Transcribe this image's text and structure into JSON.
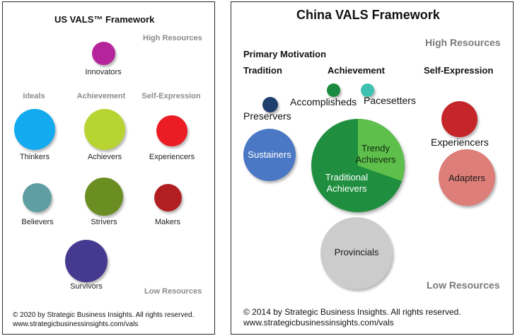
{
  "us": {
    "title": "US VALS™ Framework",
    "high_resources": "High Resources",
    "low_resources": "Low Resources",
    "columns": [
      "Ideals",
      "Achievement",
      "Self-Expression"
    ],
    "segments": {
      "innovators": "Innovators",
      "thinkers": "Thinkers",
      "achievers": "Achievers",
      "experiencers": "Experiencers",
      "believers": "Believers",
      "strivers": "Strivers",
      "makers": "Makers",
      "survivors": "Survivors"
    },
    "copyright": "© 2020 by Strategic Business Insights. All rights reserved.",
    "url": "www.strategicbusinessinsights.com/vals"
  },
  "china": {
    "title": "China VALS Framework",
    "high_resources": "High Resources",
    "low_resources": "Low Resources",
    "primary_motivation": "Primary Motivation",
    "columns": [
      "Tradition",
      "Achievement",
      "Self-Expression"
    ],
    "segments": {
      "preservers": "Preservers",
      "accomplisheds": "Accomplisheds",
      "pacesetters": "Pacesetters",
      "sustainers": "Sustainers",
      "trendy_achievers": [
        "Trendy",
        "Achievers"
      ],
      "traditional_achievers": [
        "Traditional",
        "Achievers"
      ],
      "experiencers": "Experiencers",
      "adapters": "Adapters",
      "provincials": "Provincials"
    },
    "copyright": "© 2014 by Strategic Business Insights. All rights reserved.",
    "url": "www.strategicbusinessinsights.com/vals"
  },
  "colors": {
    "innovators": "#b5249b",
    "thinkers": "#14aaf0",
    "achievers": "#b7d433",
    "experiencers_us": "#ec1c24",
    "believers": "#5f9ea3",
    "strivers": "#6b8e23",
    "makers": "#b11f23",
    "survivors": "#463a90",
    "preservers": "#1f3f6e",
    "accomplisheds": "#1a8a3e",
    "pacesetters": "#3ec1b0",
    "sustainers": "#4a78c4",
    "trendy": "#5ebf4a",
    "traditional": "#1f8f3f",
    "experiencers_cn": "#c4262a",
    "adapters": "#dd7e78",
    "provincials": "#cccccc"
  }
}
